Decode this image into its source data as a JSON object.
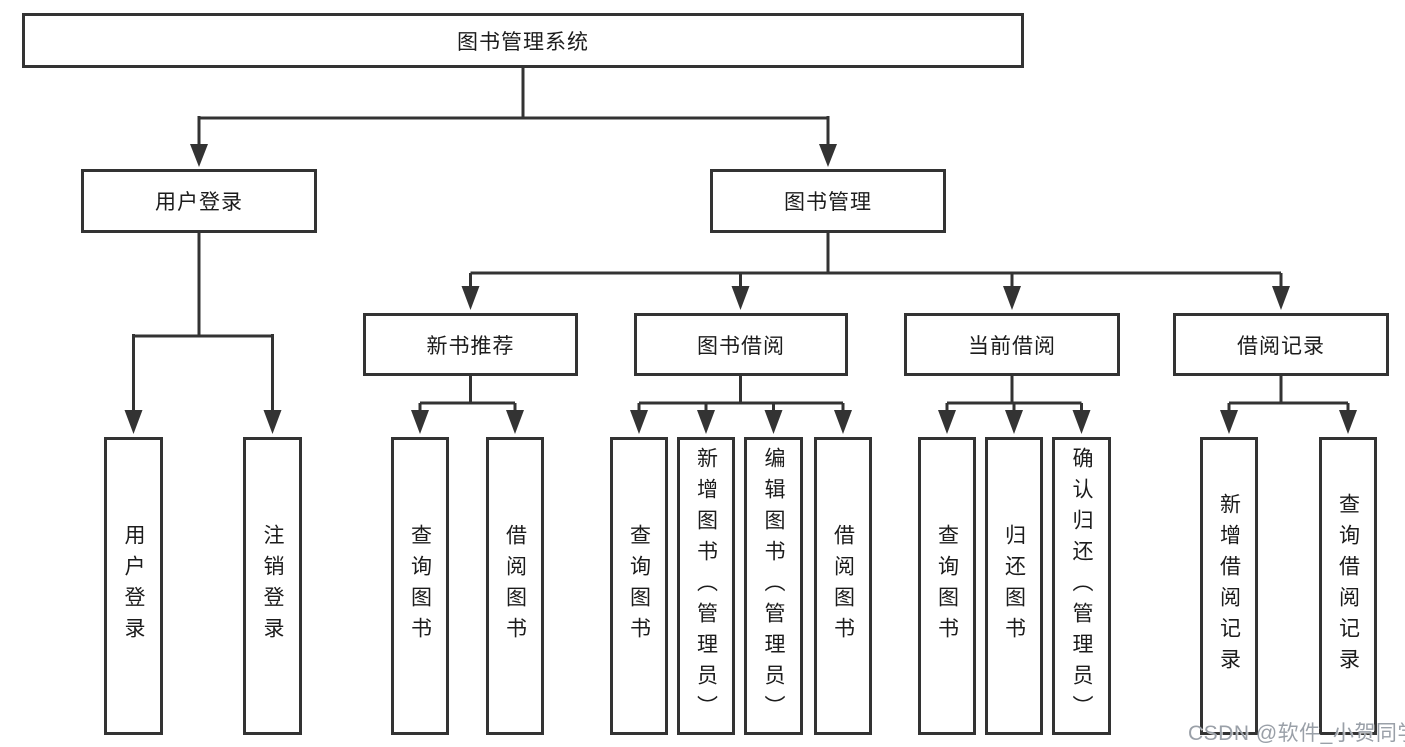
{
  "diagram": {
    "root": {
      "label": "图书管理系统"
    },
    "level1": [
      {
        "label": "用户登录"
      },
      {
        "label": "图书管理"
      }
    ],
    "level2": [
      {
        "label": "新书推荐"
      },
      {
        "label": "图书借阅"
      },
      {
        "label": "当前借阅"
      },
      {
        "label": "借阅记录"
      }
    ],
    "leaves": {
      "user_login": [
        "用户登录",
        "注销登录"
      ],
      "new_book": [
        "查询图书",
        "借阅图书"
      ],
      "book_borrow": [
        "查询图书",
        "新增图书（管理员）",
        "编辑图书（管理员）",
        "借阅图书"
      ],
      "current_borrow": [
        "查询图书",
        "归还图书",
        "确认归还（管理员）"
      ],
      "records": [
        "新增借阅记录",
        "查询借阅记录"
      ]
    }
  },
  "watermark": {
    "text": "CSDN @软件_小贺同学"
  },
  "colors": {
    "line": "#333333",
    "border": "#333333",
    "background": "#ffffff",
    "text": "#1c1c1c",
    "watermark": "#9aa0a8"
  }
}
